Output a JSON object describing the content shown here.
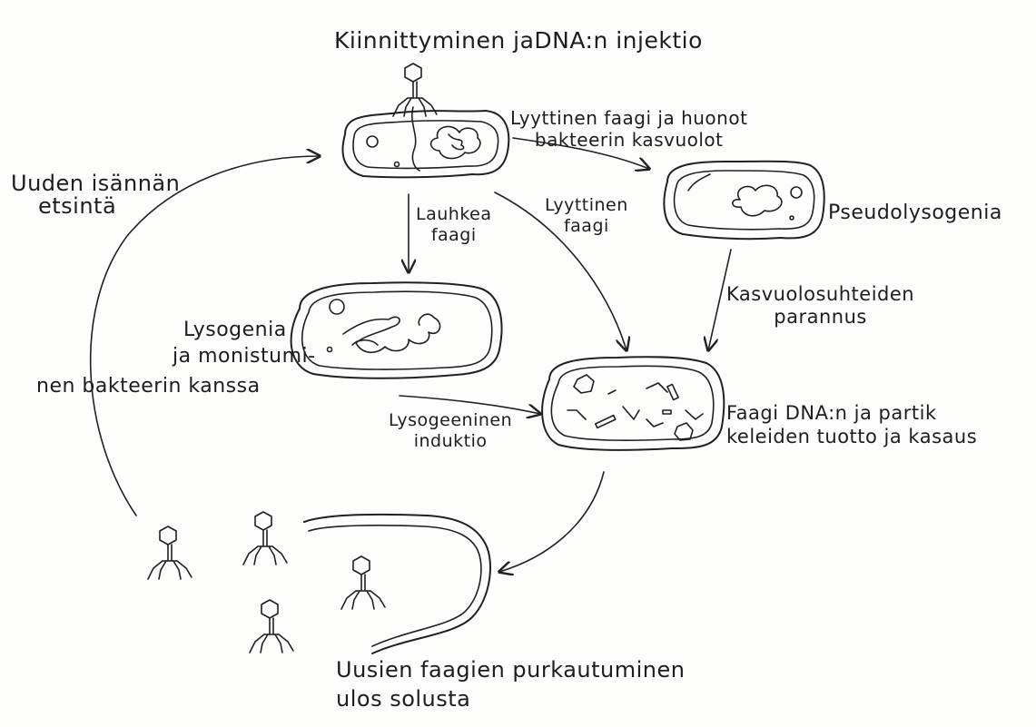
{
  "labels": {
    "attachment": "Kiinnittyminen jaDNA:n injektio",
    "lytic_poor": [
      "Lyyttinen faagi ja huonot",
      "bakteerin kasvuolot"
    ],
    "new_host": [
      "Uuden isännän",
      "etsintä"
    ],
    "temperate": [
      "Lauhkea",
      "faagi"
    ],
    "lytic": [
      "Lyyttinen",
      "faagi"
    ],
    "pseudolysogeny": "Pseudolysogenia",
    "growth_improvement": [
      "Kasvuolosuhteiden",
      "parannus"
    ],
    "lysogeny": [
      "Lysogenia",
      "ja monistumi-",
      "nen bakteerin kanssa"
    ],
    "induction": [
      "Lysogeeninen",
      "induktio"
    ],
    "production": [
      "Faagi DNA:n ja partik",
      "keleiden tuotto ja kasaus"
    ],
    "release": [
      "Uusien faagien purkautuminen",
      "ulos solusta"
    ]
  },
  "colors": {
    "ink": "#1f2024",
    "paper": "#fdfdfc"
  }
}
